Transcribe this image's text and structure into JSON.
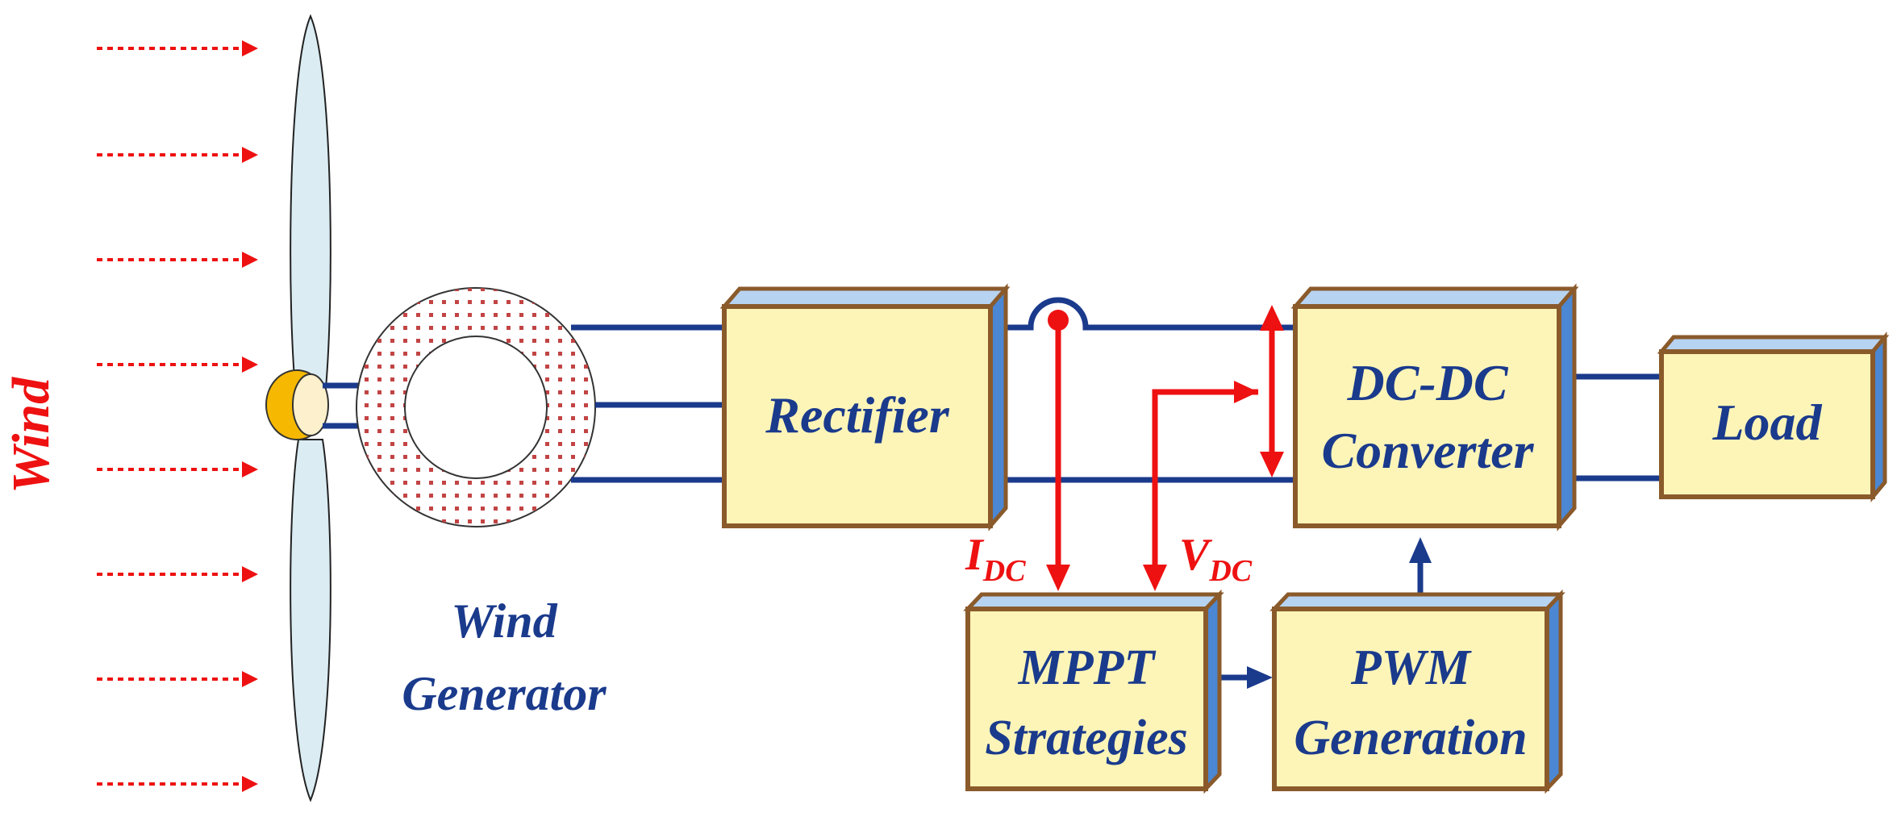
{
  "wind": {
    "label": "Wind"
  },
  "generator": {
    "label_line1": "Wind",
    "label_line2": "Generator"
  },
  "blocks": {
    "rectifier": {
      "label": "Rectifier"
    },
    "converter": {
      "label_line1": "DC-DC",
      "label_line2": "Converter"
    },
    "load": {
      "label": "Load"
    },
    "mppt": {
      "label_line1": "MPPT",
      "label_line2": "Strategies"
    },
    "pwm": {
      "label_line1": "PWM",
      "label_line2": "Generation"
    }
  },
  "signals": {
    "current": {
      "main": "I",
      "sub": "DC"
    },
    "voltage": {
      "main": "V",
      "sub": "DC"
    }
  },
  "colors": {
    "wire": "#1a3a8c",
    "signal": "#ee1111",
    "block_fill": "#fdf5b8",
    "block_border": "#8a5a2b",
    "block_side": "#4b87d2",
    "block_top": "#b7d3f2",
    "blade": "#dbecf3",
    "hub": "#f6b800",
    "stator_dots": "#c24444"
  }
}
